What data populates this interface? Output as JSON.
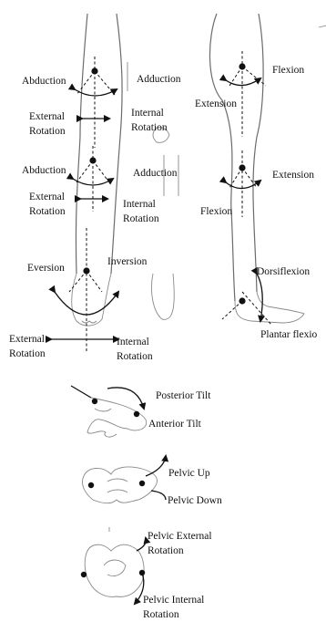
{
  "labels": {
    "hip_abduction": "Abduction",
    "hip_adduction": "Adduction",
    "hip_external_rotation": "External\nRotation",
    "hip_internal_rotation": "Internal\nRotation",
    "knee_abduction": "Abduction",
    "knee_adduction": "Adduction",
    "knee_external_rotation": "External\nRotation",
    "knee_internal_rotation": "Internal\nRotation",
    "ankle_eversion": "Eversion",
    "ankle_inversion": "Inversion",
    "ankle_external_rotation": "External\nRotation",
    "ankle_internal_rotation": "Internal\nRotation",
    "hip_flexion": "Flexion",
    "hip_extension": "Extension",
    "knee_extension": "Extension",
    "knee_flexion": "Flexion",
    "ankle_dorsiflexion": "Dorsiflexion",
    "ankle_plantar_flexion": "Plantar flexio",
    "pelvis_posterior_tilt": "Posterior Tilt",
    "pelvis_anterior_tilt": "Anterior Tilt",
    "pelvis_up": "Pelvic Up",
    "pelvis_down": "Pelvic Down",
    "pelvis_external_rotation": "Pelvic External\nRotation",
    "pelvis_internal_rotation": "Pelvic Internal\nRotation"
  }
}
